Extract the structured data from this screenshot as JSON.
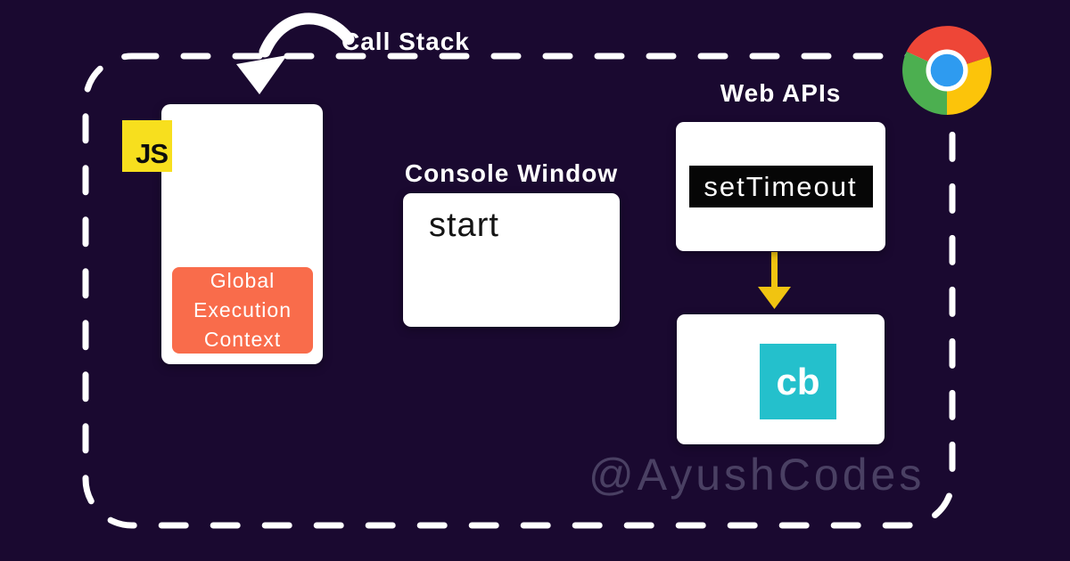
{
  "colors": {
    "background": "#1a0930",
    "border": "#ffffff",
    "box_white": "#ffffff",
    "orange": "#f96c4b",
    "js_yellow": "#f7df1e",
    "arrow_gold": "#f1c411",
    "teal": "#24c0cc",
    "label_black": "#060606",
    "watermark": "#4a4063",
    "chrome_red": "#ee4637",
    "chrome_green": "#4caf50",
    "chrome_yellow": "#fcc40a",
    "chrome_blue": "#2e9bf0"
  },
  "annotations": {
    "call_stack_label": "Call Stack",
    "console_window_label": "Console Window",
    "web_apis_label": "Web APIs",
    "watermark": "@AyushCodes"
  },
  "call_stack": {
    "js_badge": "JS",
    "execution_context": "Global Execution Context"
  },
  "console_window": {
    "output": "start"
  },
  "web_apis": {
    "api_box": "setTimeout",
    "callback_box": "cb"
  },
  "icons": {
    "chrome": "chrome-browser-logo",
    "curved_arrow": "curved-arrow-pointing-to-call-stack",
    "down_arrow": "settimeout-to-callback-arrow"
  }
}
